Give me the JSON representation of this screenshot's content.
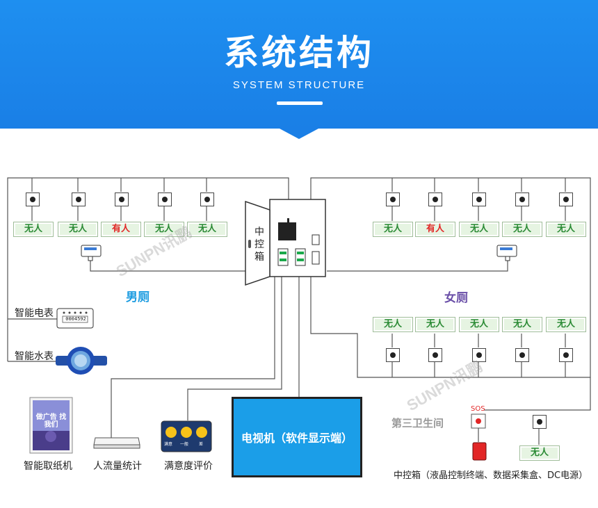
{
  "header": {
    "title": "系统结构",
    "subtitle": "SYSTEM STRUCTURE"
  },
  "control_box": {
    "label": "中控箱"
  },
  "mens_room": {
    "title": "男厕",
    "stalls": [
      "无人",
      "无人",
      "有人",
      "无人",
      "无人"
    ]
  },
  "womens_room": {
    "title": "女厕",
    "stalls_top": [
      "无人",
      "有人",
      "无人",
      "无人",
      "无人"
    ],
    "stalls_bottom": [
      "无人",
      "无人",
      "无人",
      "无人",
      "无人"
    ]
  },
  "devices": {
    "electric_meter": "智能电表",
    "electric_meter_reading": "0004592",
    "water_meter": "智能水表",
    "paper_dispenser": "智能取纸机",
    "paper_screen_text": "做广告 找我们",
    "traffic_counter": "人流量统计",
    "satisfaction": "满意度评价",
    "satisfaction_options": [
      "满意",
      "一般",
      "差"
    ],
    "tv": "电视机（软件显示端）"
  },
  "third_restroom": {
    "title": "第三卫生间",
    "sos": "SOS",
    "status": "无人",
    "control_note": "中控箱（液晶控制终端、数据采集盒、DC电源）"
  },
  "watermark": "SUNPN讯鹏",
  "colors": {
    "header": "#1a7fe6",
    "status_bg": "#e6f4e2",
    "vacant": "#2a8a34",
    "occupied": "#e22626",
    "mens_title": "#1a9be0",
    "womens_title": "#6a4fa8",
    "tv": "#1b9ee8"
  }
}
